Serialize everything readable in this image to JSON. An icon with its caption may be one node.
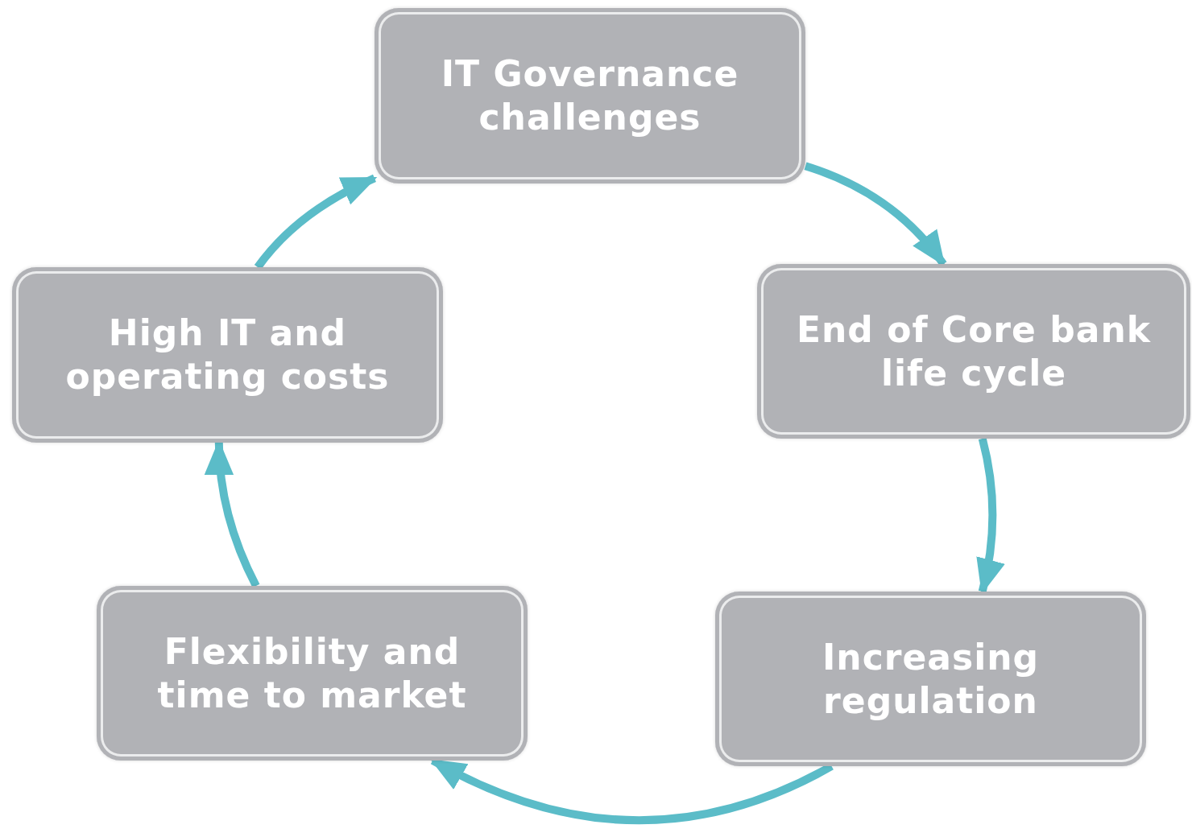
{
  "diagram": {
    "nodes": [
      {
        "text": [
          "IT Governance challenges"
        ]
      },
      {
        "text": [
          "End of Core bank life cycle"
        ]
      },
      {
        "text": [
          "Increasing regulation"
        ]
      },
      {
        "text": [
          "Flexibility and time to market"
        ]
      },
      {
        "text": [
          "High IT and operating costs"
        ]
      }
    ],
    "edges": [
      {
        "from": 0,
        "to": 1,
        "arrow": "to"
      },
      {
        "from": 1,
        "to": 2,
        "arrow": "to"
      },
      {
        "from": 2,
        "to": 3,
        "arrow": "to"
      },
      {
        "from": 3,
        "to": 4,
        "arrow": "to"
      },
      {
        "from": 4,
        "to": 0,
        "arrow": "to"
      }
    ]
  }
}
